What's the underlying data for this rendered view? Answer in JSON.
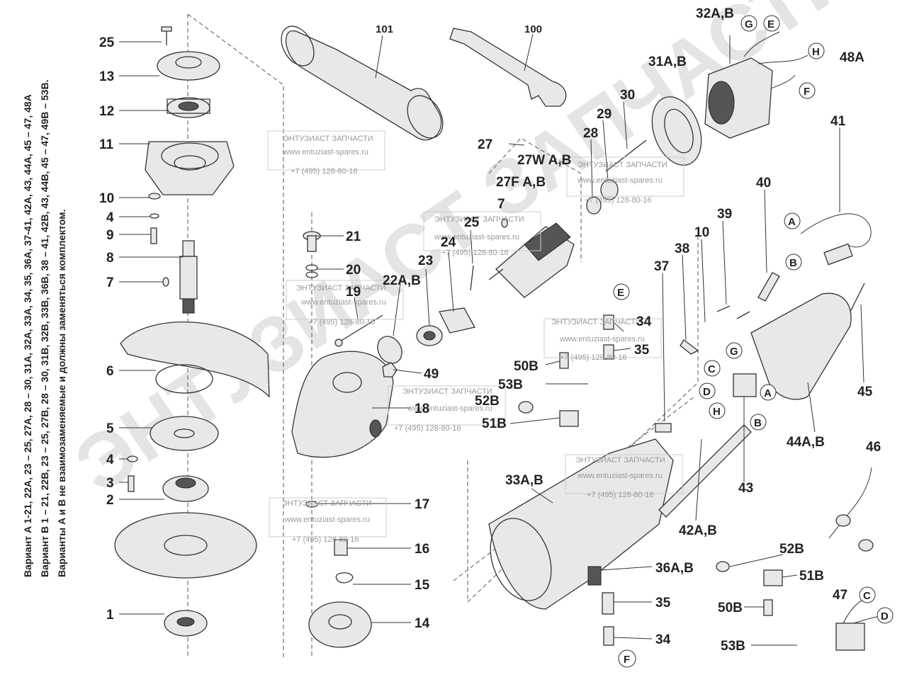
{
  "notes": [
    "Вариант A 1-21, 22A, 23 – 25, 27A, 28 – 30, 31A, 32A, 33A, 34, 35, 36A, 37-41, 42A, 43, 44A, 45 – 47, 48A",
    "Вариант В 1 – 21, 22B, 23 – 25, 27B, 28 – 30, 31B, 32B, 33B, 36B, 38 – 41, 42B, 43, 44B, 45 – 47, 49B – 53B.",
    "Варианты A и B не взаимозаменяемые и должны заменяться комплектом."
  ],
  "watermark": {
    "name": "ЭНТУЗИАСТ ЗАПЧАСТИ",
    "site": "www.entuziast-spares.ru",
    "phone": "+7 (495) 128-80-16",
    "big_text": "ЭНТУЗИАСТ ЗАПЧАСТИ"
  },
  "labels": {
    "p25a": "25",
    "p13": "13",
    "p12": "12",
    "p11": "11",
    "p10a": "10",
    "p4a": "4",
    "p9": "9",
    "p8": "8",
    "p7a": "7",
    "p6": "6",
    "p5": "5",
    "p4b": "4",
    "p3": "3",
    "p2": "2",
    "p1": "1",
    "p101": "101",
    "p100": "100",
    "p21": "21",
    "p20": "20",
    "p19": "19",
    "p18": "18",
    "p17": "17",
    "p16": "16",
    "p15": "15",
    "p14": "14",
    "p22": "22A,B",
    "p23": "23",
    "p24": "24",
    "p25b": "25",
    "p49": "49",
    "p27": "27",
    "p27w": "27W A,B",
    "p27f": "27F A,B",
    "p7b": "7",
    "p28": "28",
    "p29": "29",
    "p30": "30",
    "p31": "31A,B",
    "p32": "32A,B",
    "p48": "48A",
    "pG1": "G",
    "pE1": "E",
    "pH1": "H",
    "pF1": "F",
    "p41": "41",
    "pA1": "A",
    "pB1": "B",
    "p40": "40",
    "p39": "39",
    "p10b": "10",
    "p38": "38",
    "p37": "37",
    "pE2": "E",
    "p34a": "34",
    "p35a": "35",
    "p50a": "50B",
    "p53a": "53B",
    "p52a": "52B",
    "p51a": "51B",
    "pG2": "G",
    "pC1": "C",
    "pD1": "D",
    "pA2": "A",
    "pH2": "H",
    "pB2": "B",
    "p43": "43",
    "p45": "45",
    "p44": "44A,B",
    "p46": "46",
    "p33": "33A,B",
    "p42": "42A,B",
    "p36": "36A,B",
    "p35b": "35",
    "p34b": "34",
    "pF2": "F",
    "p52b": "52B",
    "p51b": "51B",
    "p50b": "50B",
    "p53b": "53B",
    "p47": "47",
    "pC2": "C",
    "pD2": "D"
  }
}
